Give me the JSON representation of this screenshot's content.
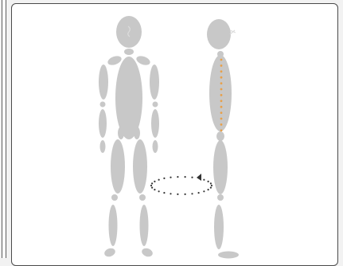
{
  "figures": [
    {
      "view": "front"
    },
    {
      "view": "side",
      "spine_marker": "dotted"
    }
  ],
  "rotation_indicator": {
    "style": "dotted-ellipse",
    "direction": "counterclockwise"
  },
  "colors": {
    "background": "#f2f2f2",
    "panel_fill": "#ffffff",
    "panel_border": "#4a4a4a",
    "figure_fill": "#c8c8c8",
    "spine_dots": "#e8a04a",
    "rotation_dots": "#333333"
  }
}
